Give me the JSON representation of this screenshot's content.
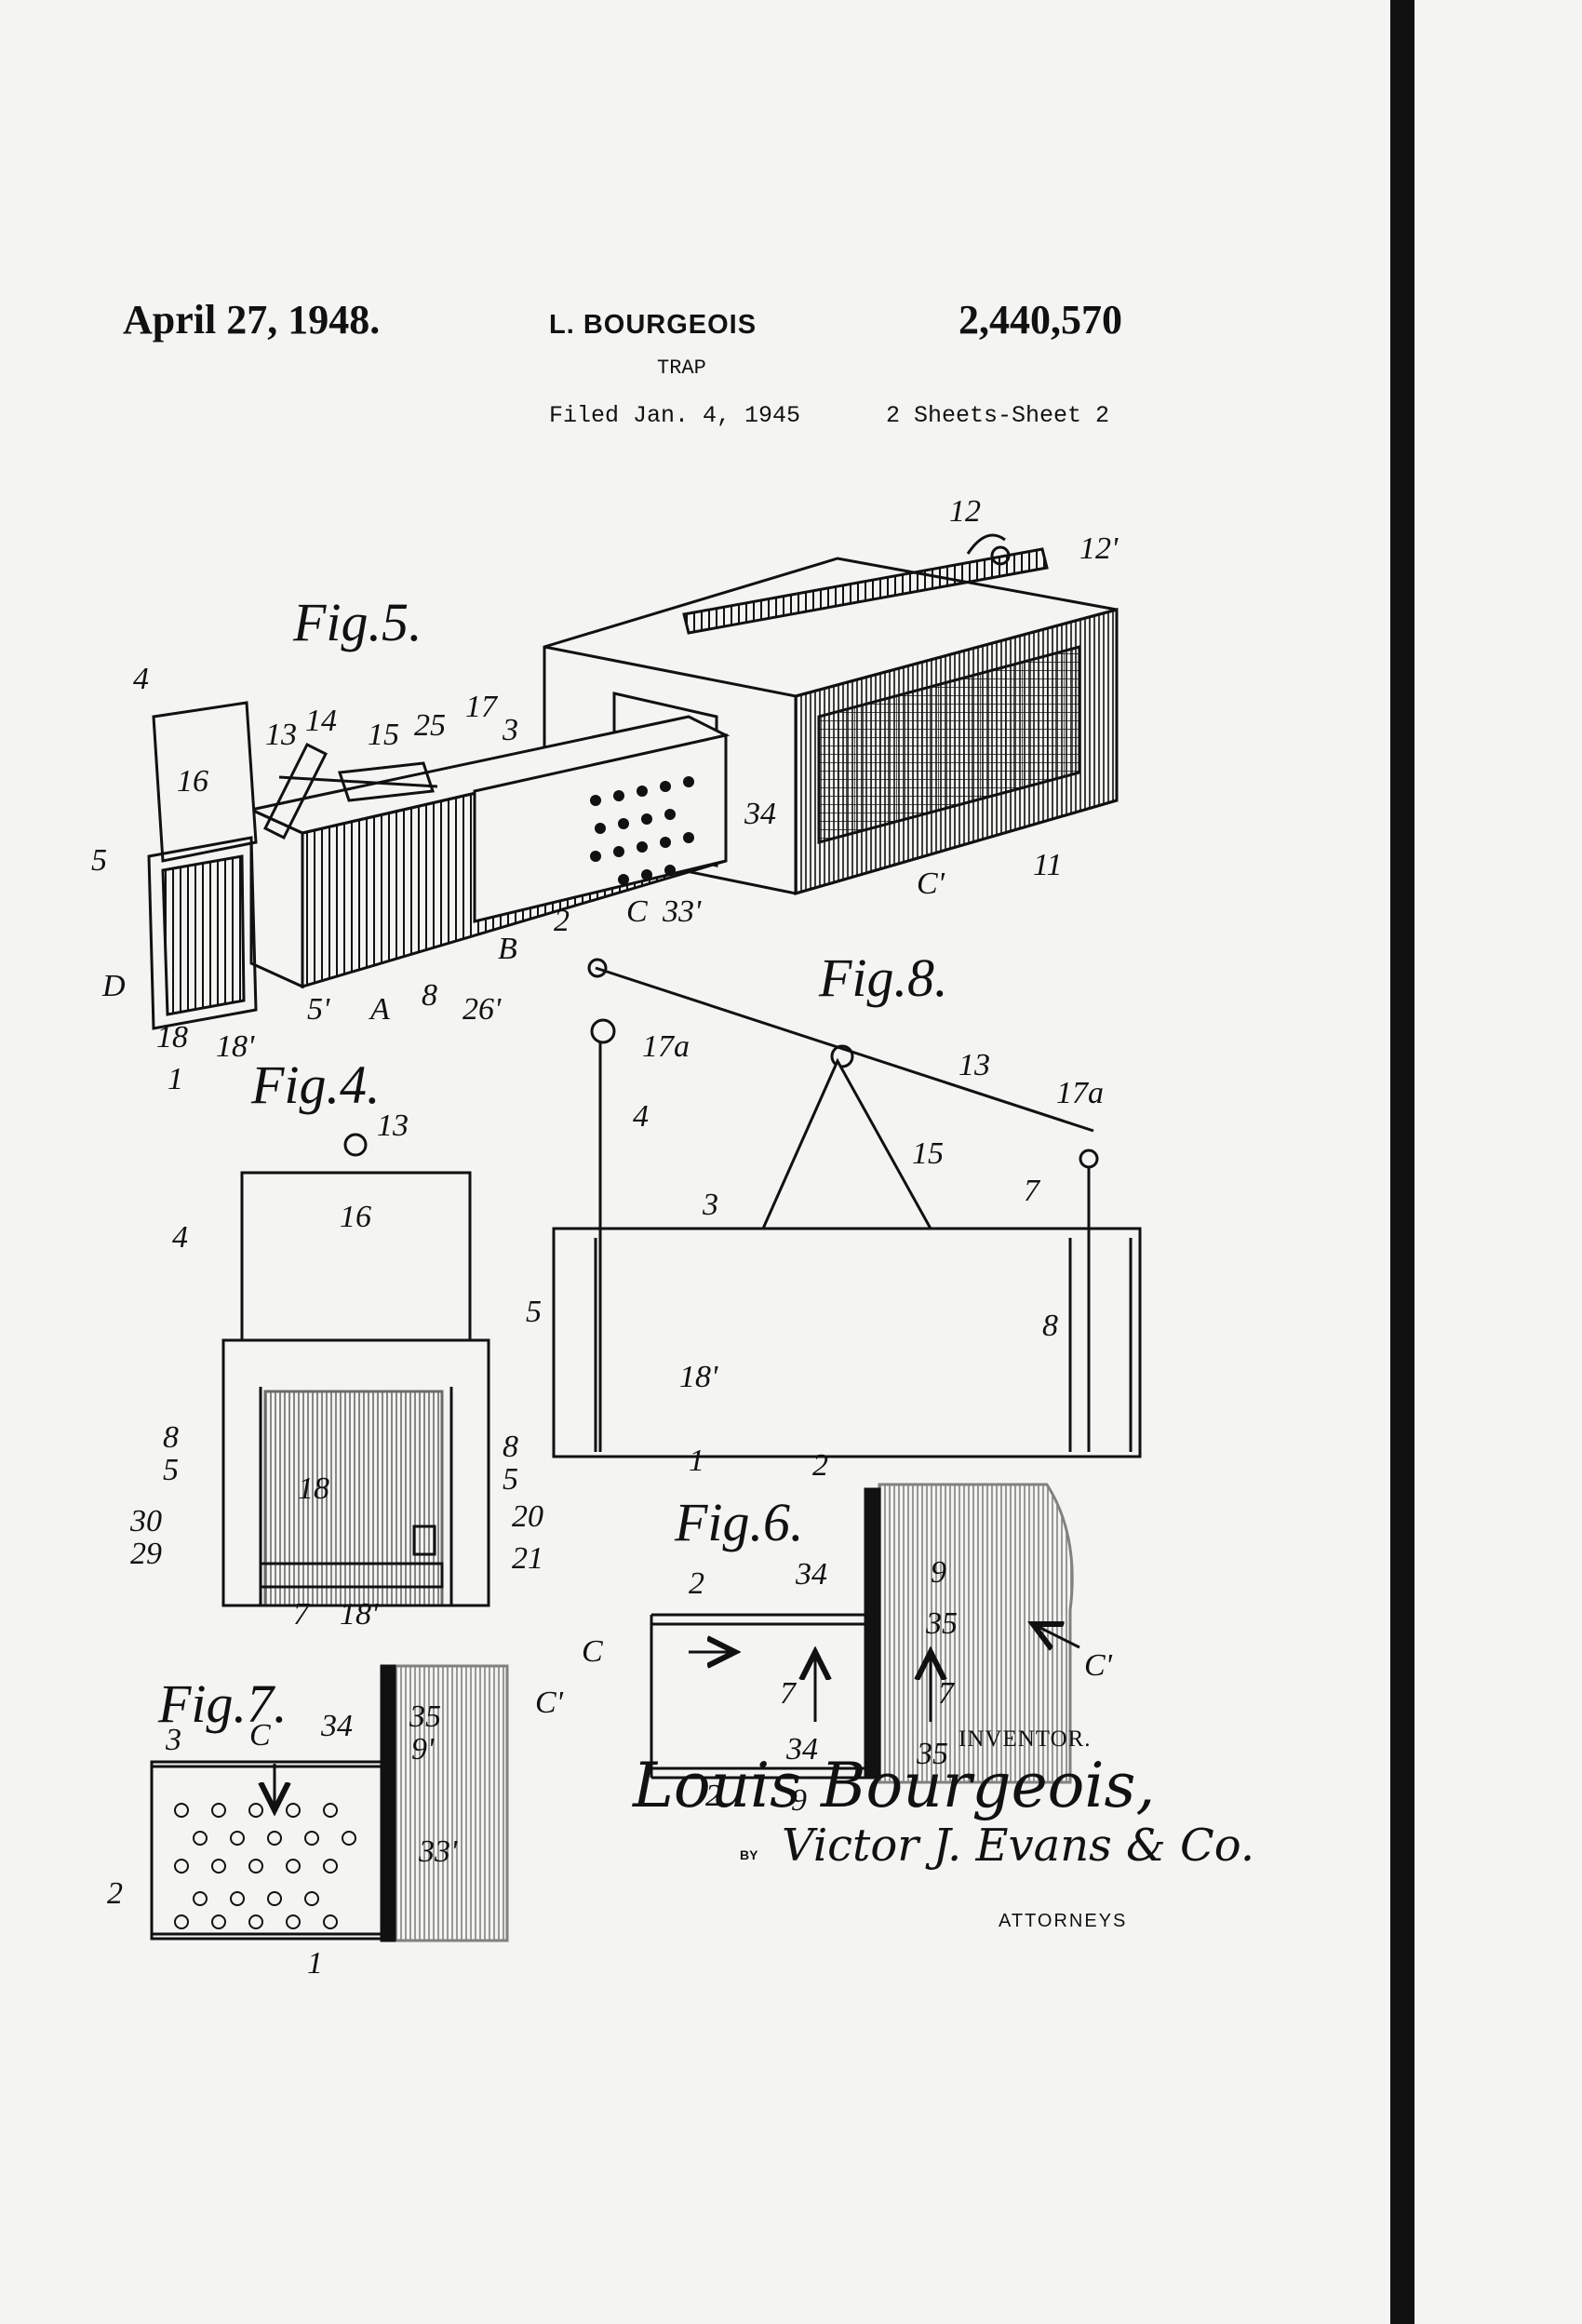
{
  "header": {
    "date": "April 27, 1948.",
    "inventor": "L. BOURGEOIS",
    "patent_number": "2,440,570",
    "title": "TRAP",
    "filed": "Filed Jan. 4, 1945",
    "sheets": "2 Sheets-Sheet 2"
  },
  "figures": {
    "fig5": "Fig.5.",
    "fig4": "Fig.4.",
    "fig8": "Fig.8.",
    "fig6": "Fig.6.",
    "fig7": "Fig.7."
  },
  "refs": {
    "fig5": [
      "12",
      "12'",
      "4",
      "13",
      "14",
      "15",
      "25",
      "17",
      "3",
      "16",
      "5",
      "D",
      "18",
      "18'",
      "1",
      "5'",
      "A",
      "8",
      "26'",
      "B",
      "2",
      "C",
      "33'",
      "34",
      "C'",
      "11"
    ],
    "fig4": [
      "13",
      "16",
      "4",
      "8",
      "5",
      "18",
      "30",
      "29",
      "7",
      "18'",
      "8",
      "5",
      "20",
      "21"
    ],
    "fig8": [
      "17a",
      "4",
      "13",
      "17a",
      "15",
      "7",
      "3",
      "5",
      "8",
      "18'",
      "1",
      "2"
    ],
    "fig6": [
      "2",
      "34",
      "9",
      "C",
      "35",
      "C'",
      "7",
      "7",
      "34",
      "35",
      "2",
      "9"
    ],
    "fig7": [
      "3",
      "C",
      "34",
      "35",
      "9'",
      "C'",
      "33'",
      "2",
      "1"
    ]
  },
  "signature": {
    "inventor_label": "INVENTOR.",
    "inventor_name": "Louis Bourgeois,",
    "by": "BY",
    "attorney_name": "Victor J. Evans & Co.",
    "attorneys_label": "ATTORNEYS"
  },
  "colors": {
    "paper": "#f4f4f2",
    "ink": "#111111"
  }
}
